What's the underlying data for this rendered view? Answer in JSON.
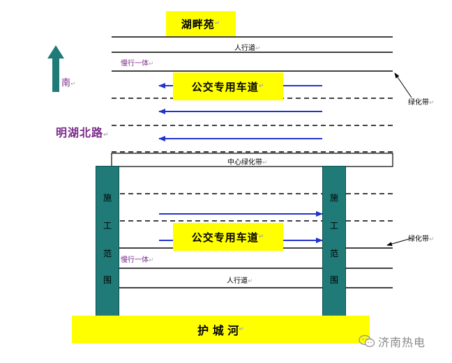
{
  "labels": {
    "top_area": "湖畔苑",
    "sidewalk_top": "人行道",
    "slow_lane_top": "慢行一体",
    "bus_lane_top": "公交专用车道",
    "north_arrow_label": "南",
    "road_name": "明湖北路",
    "center_green": "中心绿化带",
    "green_belt_top": "绿化带",
    "bus_lane_bottom": "公交专用车道",
    "green_belt_bottom": "绿化带",
    "slow_lane_bottom": "慢行一体",
    "sidewalk_bottom": "人行道",
    "river": "护 城 河",
    "watermark": "济南热电"
  },
  "construction_zone_left": [
    "施",
    "工",
    "范",
    "围"
  ],
  "construction_zone_right": [
    "施",
    "工",
    "范",
    "围"
  ],
  "return_mark": "↵",
  "colors": {
    "highlight": "#ffff00",
    "pillar": "#1f7a78",
    "arrow": "#2233cc",
    "north_arrow": "#1f7a78",
    "road_name": "#7a2a8a"
  }
}
